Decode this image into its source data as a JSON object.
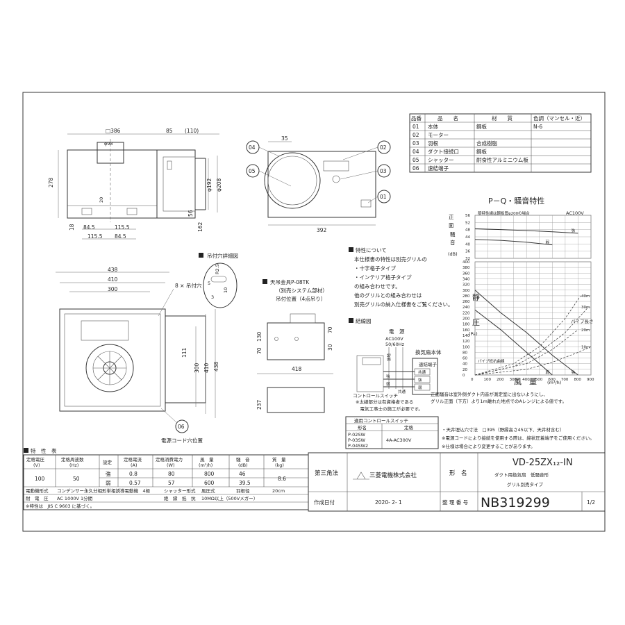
{
  "drawing": {
    "dims_front": {
      "width_top": "□386",
      "d98": "φ98",
      "h278": "278",
      "h20": "20",
      "h18": "18",
      "b845a": "84.5",
      "b1155a": "115.5",
      "b1155b": "115.5",
      "b845b": "84.5"
    },
    "dims_side": {
      "d85": "85",
      "d110": "(110)",
      "d192": "φ192",
      "d208": "φ208",
      "h56": "56",
      "h162": "162"
    },
    "dims_end": {
      "d35": "35",
      "w392": "392"
    },
    "dims_top": {
      "w438": "438",
      "w410": "410",
      "w300": "300",
      "h111": "111",
      "h300": "300",
      "h410": "410",
      "h438": "438",
      "hole_label": "8 × 吊付穴"
    },
    "dims_hanger": {
      "w418": "418",
      "h237": "237",
      "h70": "70",
      "h130": "130",
      "h30": "30",
      "h70b": "70"
    },
    "detail": {
      "title": "吊付穴詳細図",
      "r25": "R2.5",
      "d5": "5",
      "d3": "3",
      "d10": "10"
    },
    "bracket": {
      "title": "天吊金具P-08TK",
      "l1": "（別売システム部材）",
      "l2": "吊付位置（4点吊り）"
    },
    "cord_label": "電源コード穴位置",
    "callouts": [
      "04",
      "05",
      "02",
      "03",
      "01",
      "06"
    ]
  },
  "parts_table": {
    "headers": [
      "品番",
      "品　　名",
      "材　　質",
      "色調（マンセル・近）"
    ],
    "rows": [
      [
        "01",
        "本体",
        "鋼板",
        "N-6"
      ],
      [
        "02",
        "モーター",
        "",
        ""
      ],
      [
        "03",
        "羽根",
        "合成樹脂",
        ""
      ],
      [
        "04",
        "ダクト接続口",
        "鋼板",
        ""
      ],
      [
        "05",
        "シャッター",
        "耐食性アルミニウム板",
        ""
      ],
      [
        "06",
        "速結端子",
        "",
        ""
      ]
    ]
  },
  "notes": {
    "feature_title": "特性について",
    "feature_lines": [
      "本仕様書の特性は別売グリルの",
      "・十字格子タイプ",
      "・インテリア格子タイプ",
      "の組み合わせです。",
      "他のグリルとの組み合わせは",
      "別売グリルの納入仕様書をご覧ください。"
    ],
    "wiring_title": "結線図",
    "power": "電　源",
    "power_spec": "AC100V\n50/60Hz",
    "unit_label": "換気扇本体",
    "terminal_label": "速結端子",
    "terminal_rows": [
      "共通",
      "強",
      "弱"
    ],
    "wires": [
      "強",
      "弱",
      "共通"
    ],
    "ground_label": "接地",
    "switch_label": "コントロールスイッチ",
    "wiring_notes": [
      "※太線部分は有資格者である",
      "　電気工事士の施工が必要です。"
    ],
    "switch_table": {
      "title": "適用コントロールスイッチ",
      "headers": [
        "形名",
        "定格"
      ],
      "models": [
        "P-02SW",
        "P-03SW",
        "P-04SW2"
      ],
      "rating": "4A-AC300V"
    }
  },
  "pq_chart": {
    "title": "P－Q・騒音特性",
    "noise_label": "騒音",
    "noise_unit": "(dB)",
    "static_label": "静圧",
    "static_unit": "(Pa)",
    "flow_label": "風　量",
    "flow_unit": "(m³/h)",
    "top_note": "筋特性線は鋼板管φ200の場合",
    "ac": "AC100V",
    "legend_pipe": "パイプ長さ",
    "pipe_lengths": [
      "40m",
      "30m",
      "20m",
      "10m"
    ],
    "duct_label": "パイプ抵抗曲線",
    "strong": "強",
    "weak": "弱",
    "noise_note": "正面騒音は室外側ダクト内音が測定室に出ないようにし、",
    "noise_note2": "グリル正面（下方）より1m離れた地点でのAレンジによる値です。"
  },
  "chart_data": [
    {
      "type": "line",
      "title": "P－Q・騒音特性",
      "xlabel": "風量(m³/h)",
      "ylabel": "騒音(dB)",
      "xlim": [
        0,
        900
      ],
      "ylim": [
        32,
        56
      ],
      "x_ticks": [
        0,
        100,
        200,
        300,
        400,
        500,
        600,
        700,
        800,
        900
      ],
      "y_ticks": [
        32,
        36,
        40,
        44,
        48,
        52,
        56
      ],
      "series": [
        {
          "name": "強",
          "x": [
            0,
            200,
            400,
            600,
            800
          ],
          "y": [
            48.5,
            48,
            47.5,
            46.8,
            46
          ]
        },
        {
          "name": "弱",
          "x": [
            0,
            200,
            400,
            600
          ],
          "y": [
            42.5,
            42,
            41,
            39.5
          ]
        }
      ]
    },
    {
      "type": "line",
      "xlabel": "風量(m³/h)",
      "ylabel": "静圧(Pa)",
      "xlim": [
        0,
        900
      ],
      "ylim": [
        0,
        400
      ],
      "x_ticks": [
        0,
        100,
        200,
        300,
        400,
        500,
        600,
        700,
        800,
        900
      ],
      "y_ticks": [
        0,
        20,
        40,
        60,
        80,
        100,
        120,
        140,
        160,
        180,
        200,
        220,
        240,
        260,
        280,
        300,
        320,
        340,
        360,
        380,
        400
      ],
      "series": [
        {
          "name": "強",
          "x": [
            0,
            200,
            400,
            600,
            800
          ],
          "y": [
            300,
            220,
            150,
            70,
            0
          ]
        },
        {
          "name": "弱",
          "x": [
            0,
            200,
            400,
            600
          ],
          "y": [
            230,
            160,
            80,
            0
          ]
        },
        {
          "name": "40m",
          "x": [
            0,
            300,
            500,
            700,
            820
          ],
          "y": [
            0,
            40,
            100,
            200,
            280
          ]
        },
        {
          "name": "30m",
          "x": [
            0,
            300,
            500,
            700,
            880
          ],
          "y": [
            0,
            30,
            80,
            150,
            240
          ]
        },
        {
          "name": "20m",
          "x": [
            0,
            400,
            600,
            800
          ],
          "y": [
            0,
            40,
            90,
            160
          ]
        },
        {
          "name": "10m",
          "x": [
            0,
            400,
            600,
            800,
            900
          ],
          "y": [
            0,
            20,
            45,
            80,
            100
          ]
        }
      ]
    }
  ],
  "notes_right": [
    "・天井埋込穴寸法　□395（野縁高さ45以下、天井材含む）",
    "※電源コードにより接続を使用する際は、締状圧着端子をご使用ください。",
    "※仕様は場合により変更することがあります。"
  ],
  "spec": {
    "title": "特　性　表",
    "headers": [
      "定格電圧\n(V)",
      "定格周波数\n(Hz)",
      "設定",
      "定格電流\n(A)",
      "定格消費電力\n(W)",
      "風　量\n(m³/h)",
      "騒　音\n(dB)",
      "質　量\n(kg)"
    ],
    "voltage": "100",
    "freq": "50",
    "rows": [
      {
        "setting": "強",
        "current": "0.8",
        "power": "80",
        "flow": "800",
        "noise": "46"
      },
      {
        "setting": "弱",
        "current": "0.57",
        "power": "57",
        "flow": "600",
        "noise": "39.5"
      }
    ],
    "mass": "8.6",
    "motor_label": "電動機形式",
    "motor": "コンデンサー永久分相形単相誘導電動機　4極",
    "shutter_label": "シャッター形式",
    "shutter": "風圧式",
    "blade_label": "羽根径",
    "blade": "20cm",
    "withstand_label": "耐　電　圧",
    "withstand": "AC 1000V 1分間",
    "insulation_label": "絶　縁　抵　抗",
    "insulation": "10MΩ以上（500Vメガー）",
    "footnote": "※特性は　JIS C 9603 に基づく。"
  },
  "title_block": {
    "projection": "第三角法",
    "company": "三菱電機株式会社",
    "model_label": "形　名",
    "model": "VD-25ZX₁₂-IN",
    "desc1": "ダクト用換気扇　低騒音形",
    "desc2": "グリル別売タイプ",
    "date_label": "作成日付",
    "date": "2020- 2- 1",
    "number_label": "整 理 番 号",
    "number": "NB319299",
    "page": "1/2"
  }
}
